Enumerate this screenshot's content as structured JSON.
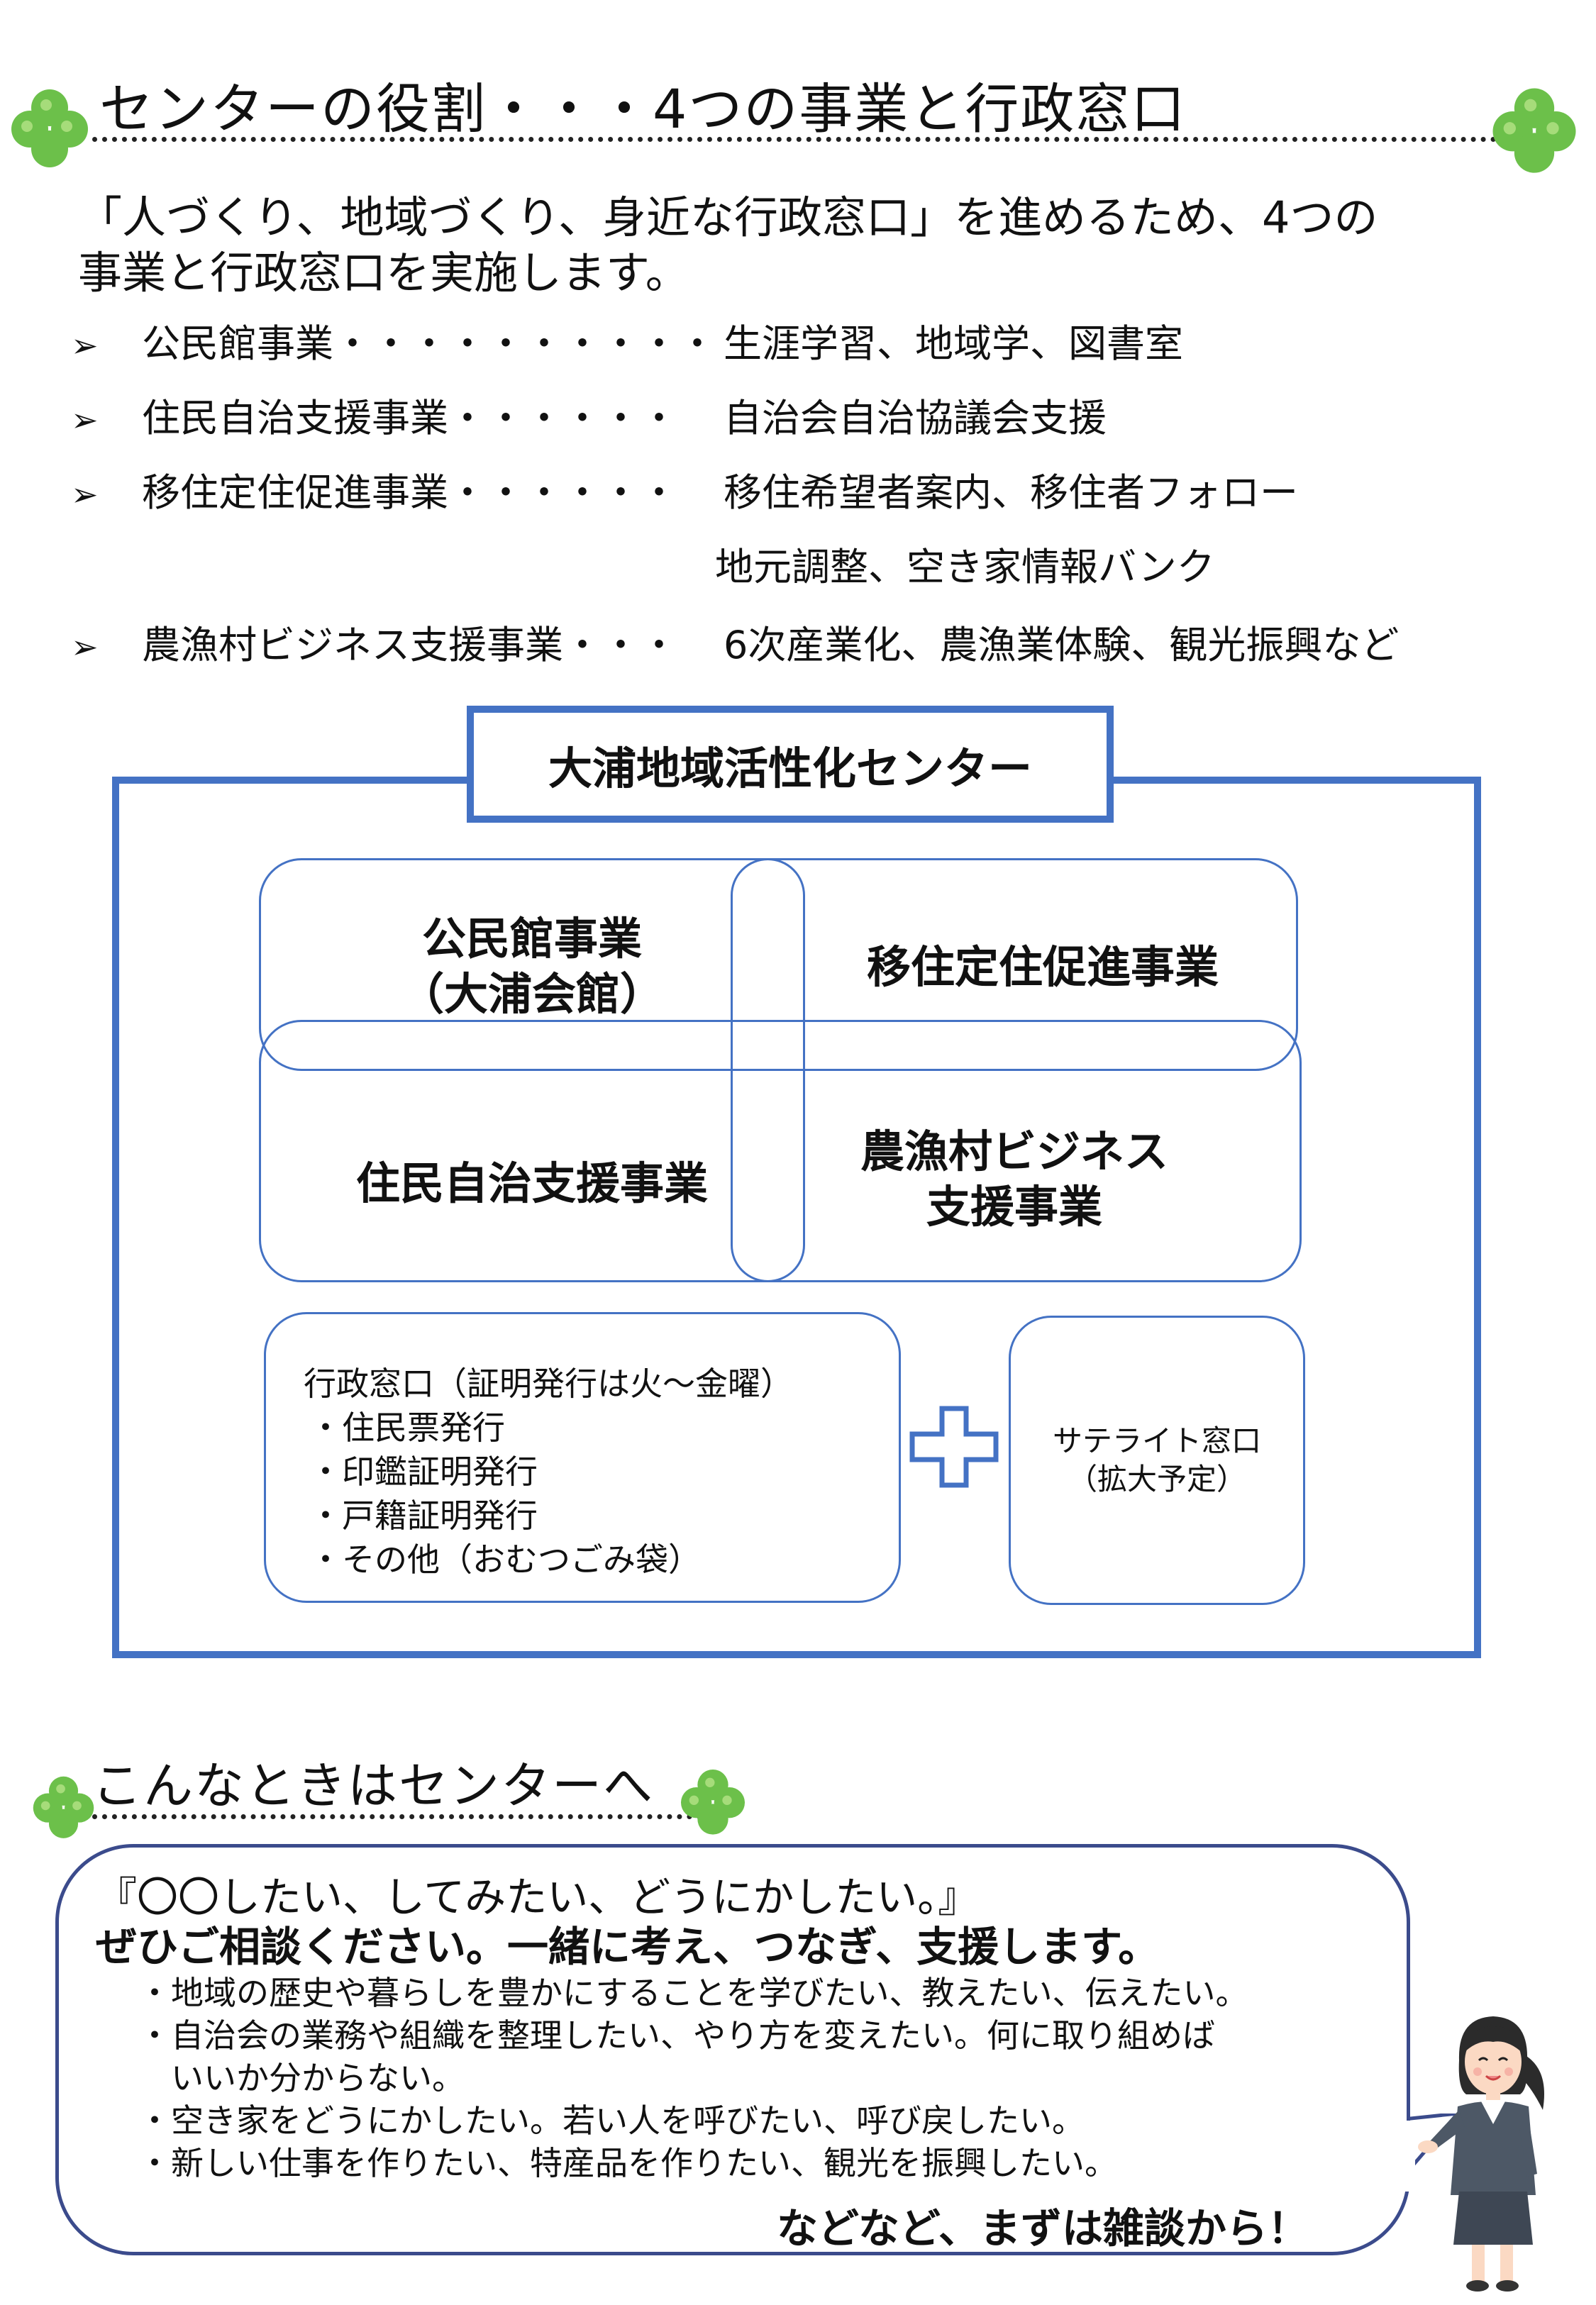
{
  "heading1": "センターの役割・・・4つの事業と行政窓口",
  "intro": [
    "「人づくり、地域づくり、身近な行政窓口」を進めるため、4つの",
    "事業と行政窓口を実施します。"
  ],
  "bullet_marker": "➢",
  "projects": [
    {
      "name": "公民館事業・・・・・・・・・・",
      "desc": "生涯学習、地域学、図書室"
    },
    {
      "name": "住民自治支援事業・・・・・・",
      "desc": "自治会自治協議会支援"
    },
    {
      "name": "移住定住促進事業・・・・・・",
      "desc": "移住希望者案内、移住者フォロー"
    },
    {
      "name": "",
      "desc": "地元調整、空き家情報バンク"
    },
    {
      "name": "農漁村ビジネス支援事業・・・",
      "desc": "6次産業化、農漁業体験、観光振興など"
    }
  ],
  "center_name": "大浦地域活性化センター",
  "diagram": {
    "kominkan": [
      "公民館事業",
      "（大浦会館）"
    ],
    "iju": "移住定住促進事業",
    "jichi": "住民自治支援事業",
    "business": [
      "農漁村ビジネス",
      "支援事業"
    ],
    "gyousei": [
      "行政窓口（証明発行は火～金曜）",
      "・住民票発行",
      "・印鑑証明発行",
      "・戸籍証明発行",
      "・その他（おむつごみ袋）"
    ],
    "plus_sign": "+",
    "satellite": [
      "サテライト窓口",
      "（拡大予定）"
    ]
  },
  "heading2": "こんなときはセンターへ",
  "bubble": {
    "line1": "『〇〇したい、してみたい、どうにかしたい。』",
    "line2": "ぜひご相談ください。一緒に考え、つなぎ、支援します。",
    "items": [
      "・地域の歴史や暮らしを豊かにすることを学びたい、教えたい、伝えたい。",
      "・自治会の業務や組織を整理したい、やり方を変えたい。何に取り組めば",
      "　いいか分からない。",
      "・空き家をどうにかしたい。若い人を呼びたい、呼び戻したい。",
      "・新しい仕事を作りたい、特産品を作りたい、観光を振興したい。"
    ],
    "closing": "などなど、まずは雑談から！"
  },
  "icons": [
    "clover-icon",
    "clover-icon",
    "clover-icon",
    "clover-icon",
    "staff-woman-illustration"
  ],
  "colors": {
    "frame": "#4472c4",
    "clover": "#6cc04a",
    "bubble_border": "#3b4b8c"
  }
}
